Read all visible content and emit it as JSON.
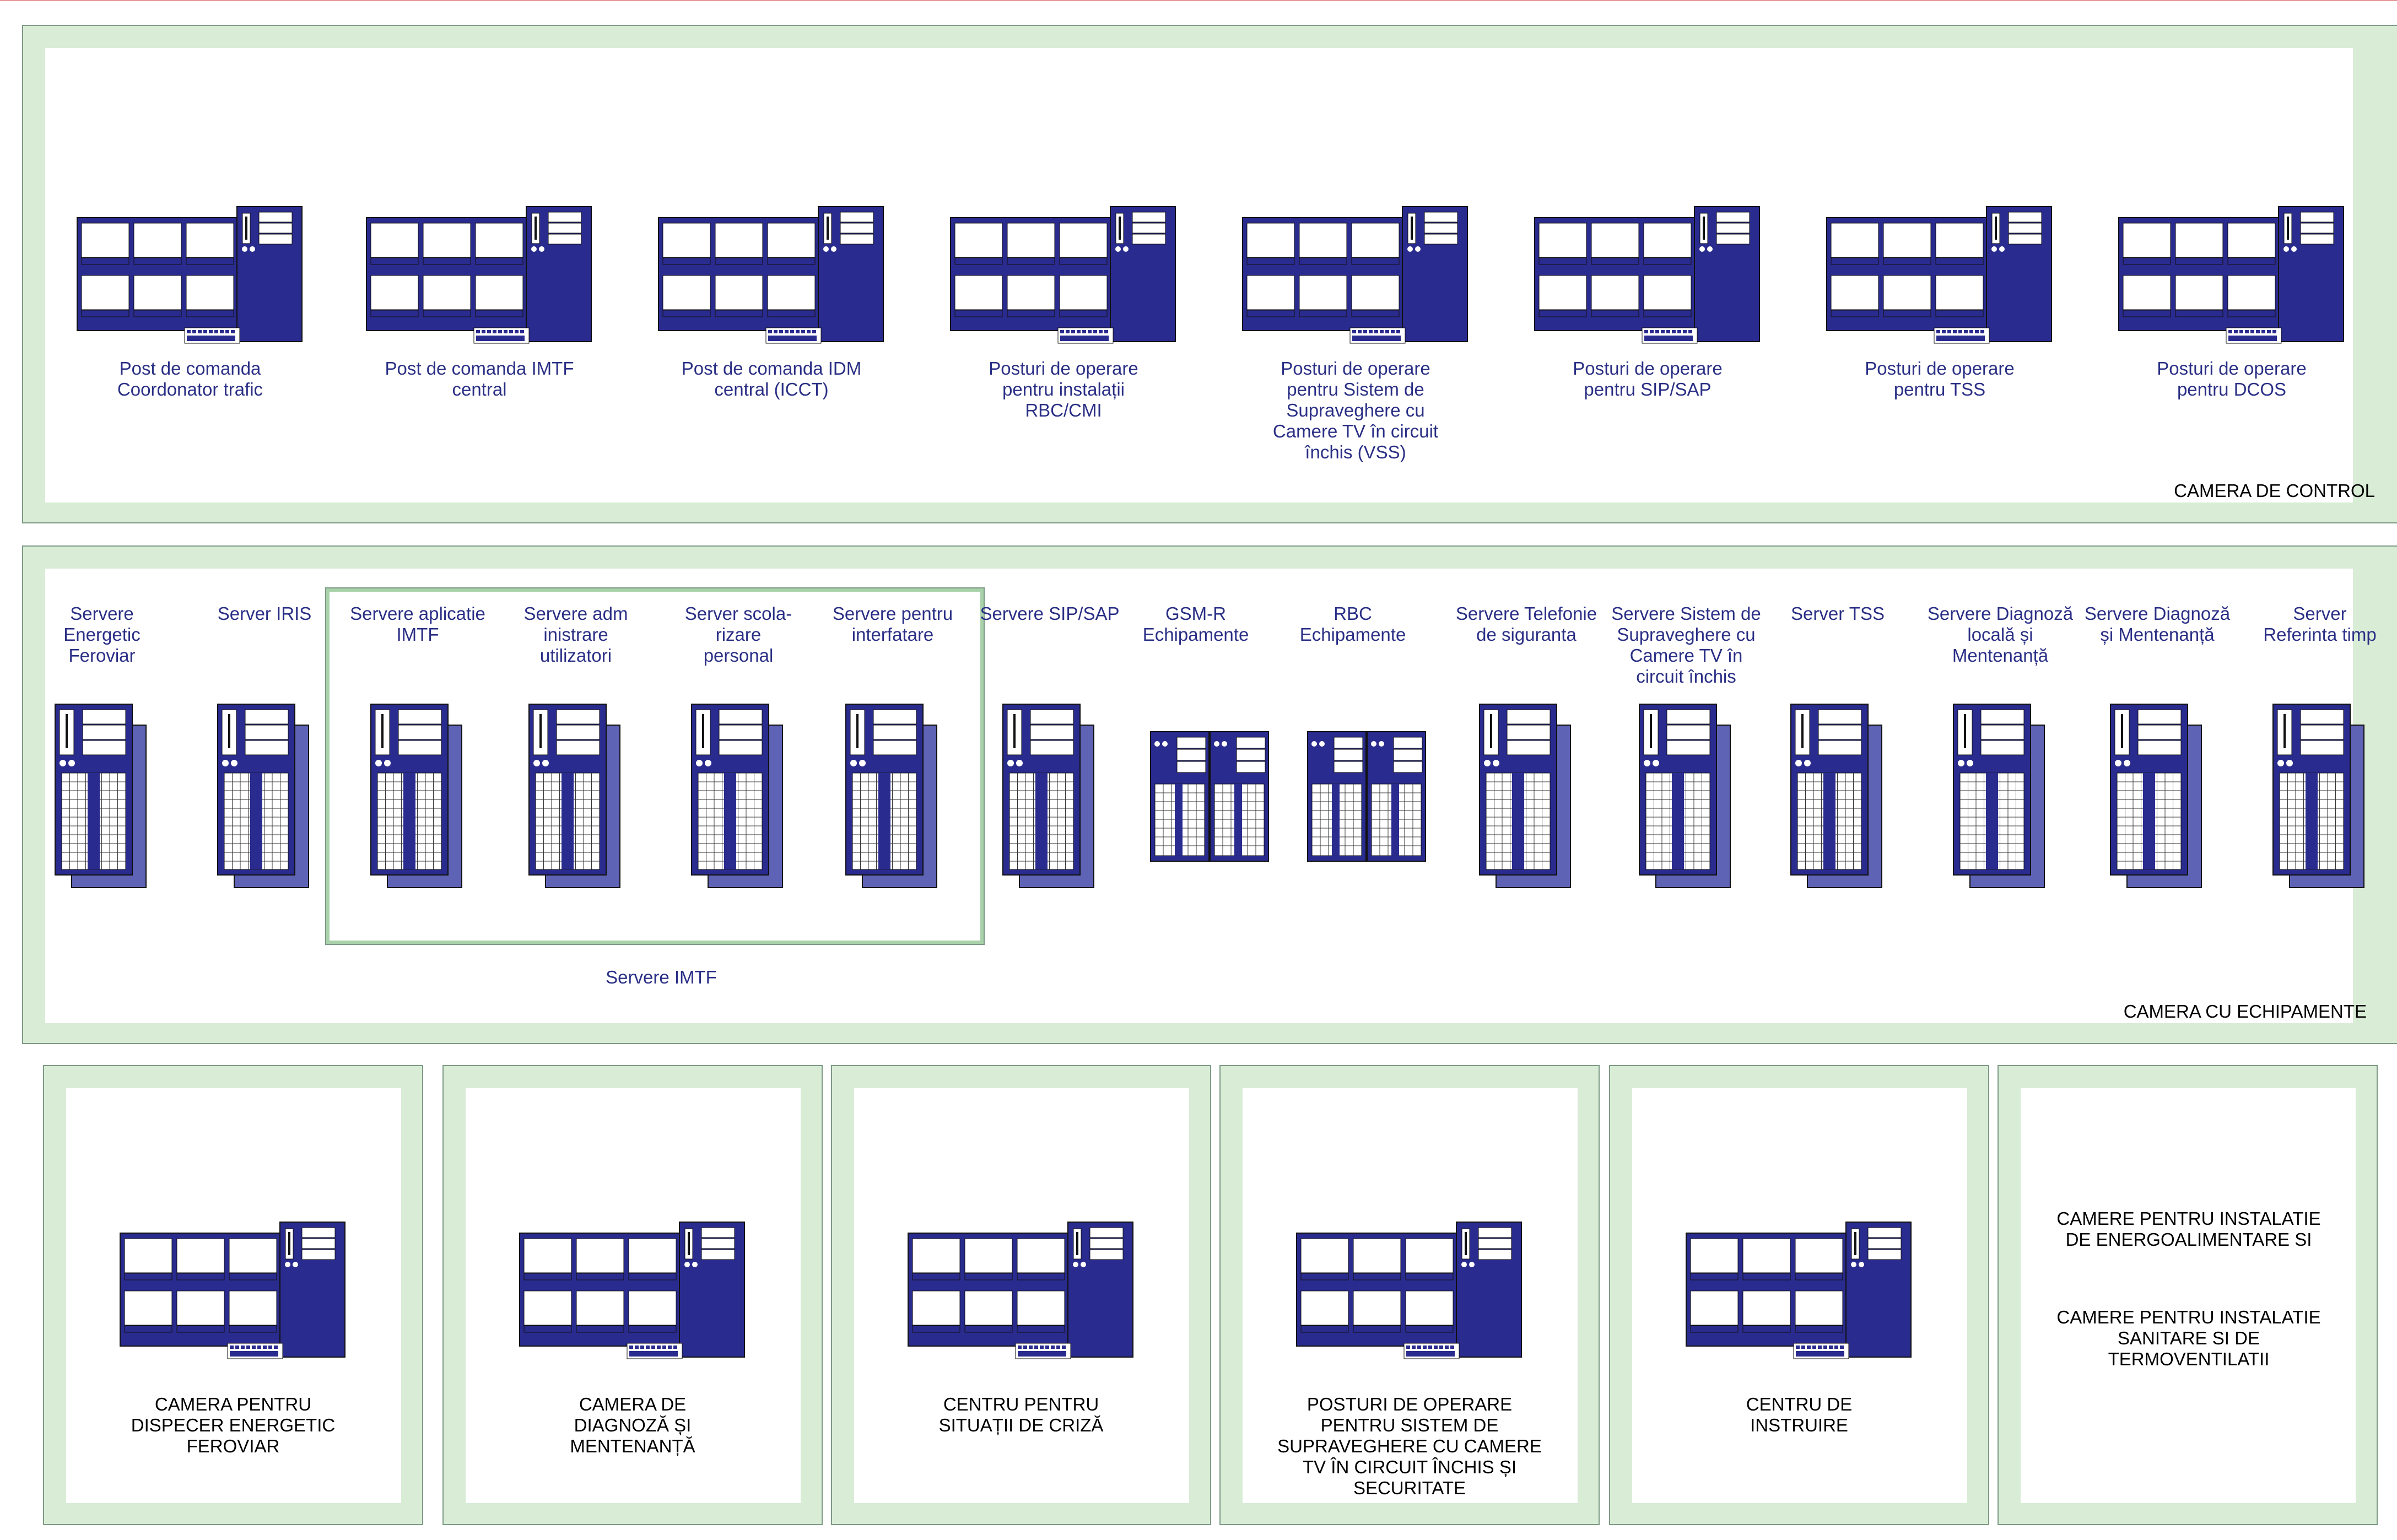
{
  "control_room": {
    "title": "CAMERA DE CONTROL",
    "stations": [
      "Post de comanda\nCoordonator trafic",
      "Post de comanda IMTF\ncentral",
      "Post de comanda IDM\ncentral (ICCT)",
      "Posturi de operare\npentru instalații\nRBC/CMI",
      "Posturi de operare\npentru Sistem de\nSupraveghere cu\nCamere TV în circuit\nînchis (VSS)",
      "Posturi de operare\npentru SIP/SAP",
      "Posturi de operare\npentru TSS",
      "Posturi de operare\npentru DCOS"
    ]
  },
  "equipment_room": {
    "title": "CAMERA CU ECHIPAMENTE",
    "group_label": "Servere IMTF",
    "servers": [
      "Servere\nEnergetic\nFeroviar",
      "Server IRIS",
      "Servere aplicatie\nIMTF",
      "Servere adm\ninistrare\nutilizatori",
      "Server scola-\nrizare\npersonal",
      "Servere pentru\ninterfatare",
      "Servere SIP/SAP",
      "GSM-R\nEchipamente",
      "RBC\nEchipamente",
      "Servere Telefonie\nde siguranta",
      "Servere Sistem de\nSupraveghere cu\nCamere TV în\ncircuit închis",
      "Server TSS",
      "Servere Diagnoză\nlocală și\nMentenanță",
      "Servere Diagnoză\nși Mentenanță",
      "Server\nReferinta timp"
    ]
  },
  "bottom_rooms": [
    "CAMERA PENTRU\nDISPECER ENERGETIC\nFEROVIAR",
    "CAMERA DE\nDIAGNOZĂ ȘI\nMENTENANȚĂ",
    "CENTRU PENTRU\nSITUAȚII DE CRIZĂ",
    "POSTURI DE OPERARE\nPENTRU SISTEM DE\nSUPRAVEGHERE CU CAMERE\nTV ÎN CIRCUIT ÎNCHIS  ȘI\nSECURITATE",
    "CENTRU DE\nINSTRUIRE"
  ],
  "utility_room": {
    "line1": "CAMERE PENTRU INSTALATIE\nDE ENERGOALIMENTARE SI",
    "line2": "CAMERE PENTRU INSTALATIE\nSANITARE SI DE\nTERMOVENTILATII"
  },
  "colors": {
    "navy": "#2a2b8e",
    "room_green": "#d9ecd6",
    "border": "#7d9a86"
  }
}
